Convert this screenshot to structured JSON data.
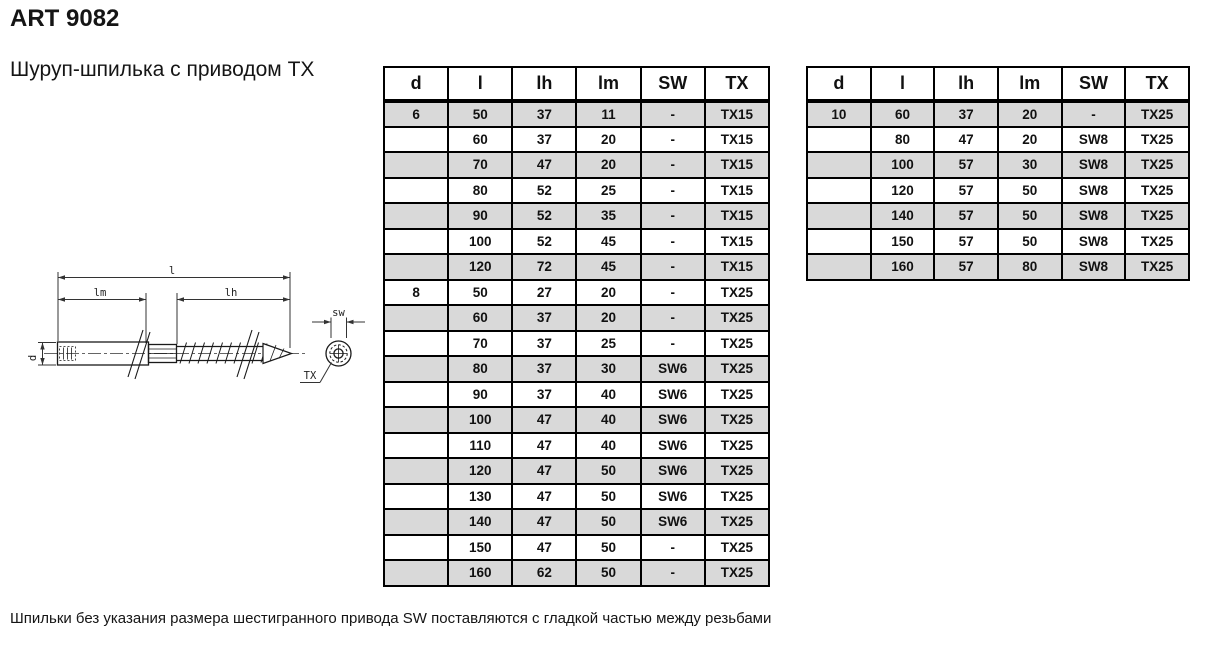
{
  "page": {
    "title": "ART 9082",
    "subtitle": "Шуруп-шпилька с приводом TX",
    "footnote": "Шпильки без указания размера шестигранного привода SW поставляются с гладкой частью между резьбами"
  },
  "drawing": {
    "description": "side view and TX-drive end view of a double-ended screw stud",
    "labels": {
      "l": "l",
      "lm": "lm",
      "lh": "lh",
      "d": "d",
      "sw": "sw",
      "tx": "TX"
    }
  },
  "colors": {
    "row_shading": "#d9d9d9",
    "table_border": "#000000",
    "text": "#151515"
  },
  "tables": [
    {
      "name": "dimensions-d6-d8",
      "headers": [
        "d",
        "l",
        "lh",
        "lm",
        "SW",
        "TX"
      ],
      "rows": [
        [
          "6",
          "50",
          "37",
          "11",
          "-",
          "TX15"
        ],
        [
          "",
          "60",
          "37",
          "20",
          "-",
          "TX15"
        ],
        [
          "",
          "70",
          "47",
          "20",
          "-",
          "TX15"
        ],
        [
          "",
          "80",
          "52",
          "25",
          "-",
          "TX15"
        ],
        [
          "",
          "90",
          "52",
          "35",
          "-",
          "TX15"
        ],
        [
          "",
          "100",
          "52",
          "45",
          "-",
          "TX15"
        ],
        [
          "",
          "120",
          "72",
          "45",
          "-",
          "TX15"
        ],
        [
          "8",
          "50",
          "27",
          "20",
          "-",
          "TX25"
        ],
        [
          "",
          "60",
          "37",
          "20",
          "-",
          "TX25"
        ],
        [
          "",
          "70",
          "37",
          "25",
          "-",
          "TX25"
        ],
        [
          "",
          "80",
          "37",
          "30",
          "SW6",
          "TX25"
        ],
        [
          "",
          "90",
          "37",
          "40",
          "SW6",
          "TX25"
        ],
        [
          "",
          "100",
          "47",
          "40",
          "SW6",
          "TX25"
        ],
        [
          "",
          "110",
          "47",
          "40",
          "SW6",
          "TX25"
        ],
        [
          "",
          "120",
          "47",
          "50",
          "SW6",
          "TX25"
        ],
        [
          "",
          "130",
          "47",
          "50",
          "SW6",
          "TX25"
        ],
        [
          "",
          "140",
          "47",
          "50",
          "SW6",
          "TX25"
        ],
        [
          "",
          "150",
          "47",
          "50",
          "-",
          "TX25"
        ],
        [
          "",
          "160",
          "62",
          "50",
          "-",
          "TX25"
        ]
      ]
    },
    {
      "name": "dimensions-d10",
      "headers": [
        "d",
        "l",
        "lh",
        "lm",
        "SW",
        "TX"
      ],
      "rows": [
        [
          "10",
          "60",
          "37",
          "20",
          "-",
          "TX25"
        ],
        [
          "",
          "80",
          "47",
          "20",
          "SW8",
          "TX25"
        ],
        [
          "",
          "100",
          "57",
          "30",
          "SW8",
          "TX25"
        ],
        [
          "",
          "120",
          "57",
          "50",
          "SW8",
          "TX25"
        ],
        [
          "",
          "140",
          "57",
          "50",
          "SW8",
          "TX25"
        ],
        [
          "",
          "150",
          "57",
          "50",
          "SW8",
          "TX25"
        ],
        [
          "",
          "160",
          "57",
          "80",
          "SW8",
          "TX25"
        ]
      ]
    }
  ]
}
